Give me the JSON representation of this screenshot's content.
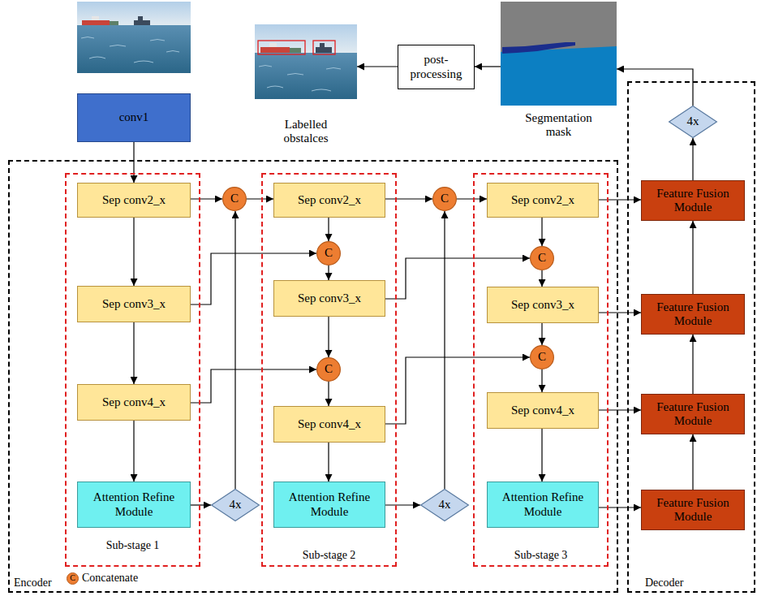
{
  "diagram": {
    "nodes": [
      {
        "text": [
          "Labelled obstalces"
        ]
      },
      {
        "text": [
          "post-processing"
        ]
      },
      {
        "text": [
          "Segmentation mask"
        ]
      },
      {
        "text": [
          "conv1"
        ]
      },
      {
        "text": [
          "Encoder"
        ]
      },
      {
        "text": [
          "Sub-stage 1"
        ],
        "in": 4
      },
      {
        "text": [
          "Sep conv2_x"
        ],
        "in": 5
      },
      {
        "text": [
          "Sep conv3_x"
        ],
        "in": 5
      },
      {
        "text": [
          "Sep conv4_x"
        ],
        "in": 5
      },
      {
        "text": [
          "Attention Refine Module"
        ],
        "in": 5
      },
      {
        "text": [
          "C"
        ],
        "in": 4
      },
      {
        "text": [
          "4x"
        ],
        "in": 4
      },
      {
        "text": [
          "Sub-stage 2"
        ],
        "in": 4
      },
      {
        "text": [
          "Sep conv2_x"
        ],
        "in": 12
      },
      {
        "text": [
          "C"
        ],
        "in": 12
      },
      {
        "text": [
          "Sep conv3_x"
        ],
        "in": 12
      },
      {
        "text": [
          "C"
        ],
        "in": 12
      },
      {
        "text": [
          "Sep conv4_x"
        ],
        "in": 12
      },
      {
        "text": [
          "Attention Refine Module"
        ],
        "in": 12
      },
      {
        "text": [
          "C"
        ],
        "in": 4
      },
      {
        "text": [
          "4x"
        ],
        "in": 4
      },
      {
        "text": [
          "Sub-stage 3"
        ],
        "in": 4
      },
      {
        "text": [
          "Sep conv2_x"
        ],
        "in": 21
      },
      {
        "text": [
          "C"
        ],
        "in": 21
      },
      {
        "text": [
          "Sep conv3_x"
        ],
        "in": 21
      },
      {
        "text": [
          "C"
        ],
        "in": 21
      },
      {
        "text": [
          "Sep conv4_x"
        ],
        "in": 21
      },
      {
        "text": [
          "Attention Refine Module"
        ],
        "in": 21
      },
      {
        "text": [
          "Decoder"
        ]
      },
      {
        "text": [
          "4x"
        ],
        "in": 28
      },
      {
        "text": [
          "Feature Fusion Module"
        ],
        "in": 28
      },
      {
        "text": [
          "Feature Fusion Module"
        ],
        "in": 28
      },
      {
        "text": [
          "Feature Fusion Module"
        ],
        "in": 28
      },
      {
        "text": [
          "Feature Fusion Module"
        ],
        "in": 28
      }
    ],
    "edges": [
      {
        "from": 3,
        "to": 6,
        "arrow": "to"
      },
      {
        "from": 6,
        "to": 10,
        "arrow": "to"
      },
      {
        "from": 10,
        "to": 13,
        "arrow": "to"
      },
      {
        "from": 6,
        "to": 7,
        "arrow": "to"
      },
      {
        "from": 7,
        "to": 8,
        "arrow": "to"
      },
      {
        "from": 8,
        "to": 9,
        "arrow": "to"
      },
      {
        "from": 9,
        "to": 11,
        "arrow": "to"
      },
      {
        "from": 11,
        "to": 10,
        "arrow": "to"
      },
      {
        "from": 7,
        "to": 14,
        "arrow": "to"
      },
      {
        "from": 13,
        "to": 14,
        "arrow": "to"
      },
      {
        "from": 14,
        "to": 15,
        "arrow": "to"
      },
      {
        "from": 8,
        "to": 16,
        "arrow": "to"
      },
      {
        "from": 15,
        "to": 16,
        "arrow": "to"
      },
      {
        "from": 16,
        "to": 17,
        "arrow": "to"
      },
      {
        "from": 17,
        "to": 18,
        "arrow": "to"
      },
      {
        "from": 18,
        "to": 20,
        "arrow": "to"
      },
      {
        "from": 20,
        "to": 19,
        "arrow": "to"
      },
      {
        "from": 13,
        "to": 19,
        "arrow": "to"
      },
      {
        "from": 19,
        "to": 22,
        "arrow": "to"
      },
      {
        "from": 15,
        "to": 23,
        "arrow": "to"
      },
      {
        "from": 22,
        "to": 23,
        "arrow": "to"
      },
      {
        "from": 23,
        "to": 24,
        "arrow": "to"
      },
      {
        "from": 17,
        "to": 25,
        "arrow": "to"
      },
      {
        "from": 24,
        "to": 25,
        "arrow": "to"
      },
      {
        "from": 25,
        "to": 26,
        "arrow": "to"
      },
      {
        "from": 26,
        "to": 27,
        "arrow": "to"
      },
      {
        "from": 22,
        "to": 30,
        "arrow": "to"
      },
      {
        "from": 24,
        "to": 31,
        "arrow": "to"
      },
      {
        "from": 26,
        "to": 32,
        "arrow": "to"
      },
      {
        "from": 27,
        "to": 33,
        "arrow": "to"
      },
      {
        "from": 33,
        "to": 32,
        "arrow": "to"
      },
      {
        "from": 32,
        "to": 31,
        "arrow": "to"
      },
      {
        "from": 31,
        "to": 30,
        "arrow": "to"
      },
      {
        "from": 30,
        "to": 29,
        "arrow": "to"
      },
      {
        "from": 29,
        "to": 2,
        "arrow": "to"
      },
      {
        "from": 2,
        "to": 1,
        "arrow": "to"
      },
      {
        "from": 1,
        "to": 0,
        "arrow": "to"
      }
    ],
    "labels": [
      "C"
    ],
    "legend": [
      {
        "text": "Concatenate"
      }
    ]
  }
}
